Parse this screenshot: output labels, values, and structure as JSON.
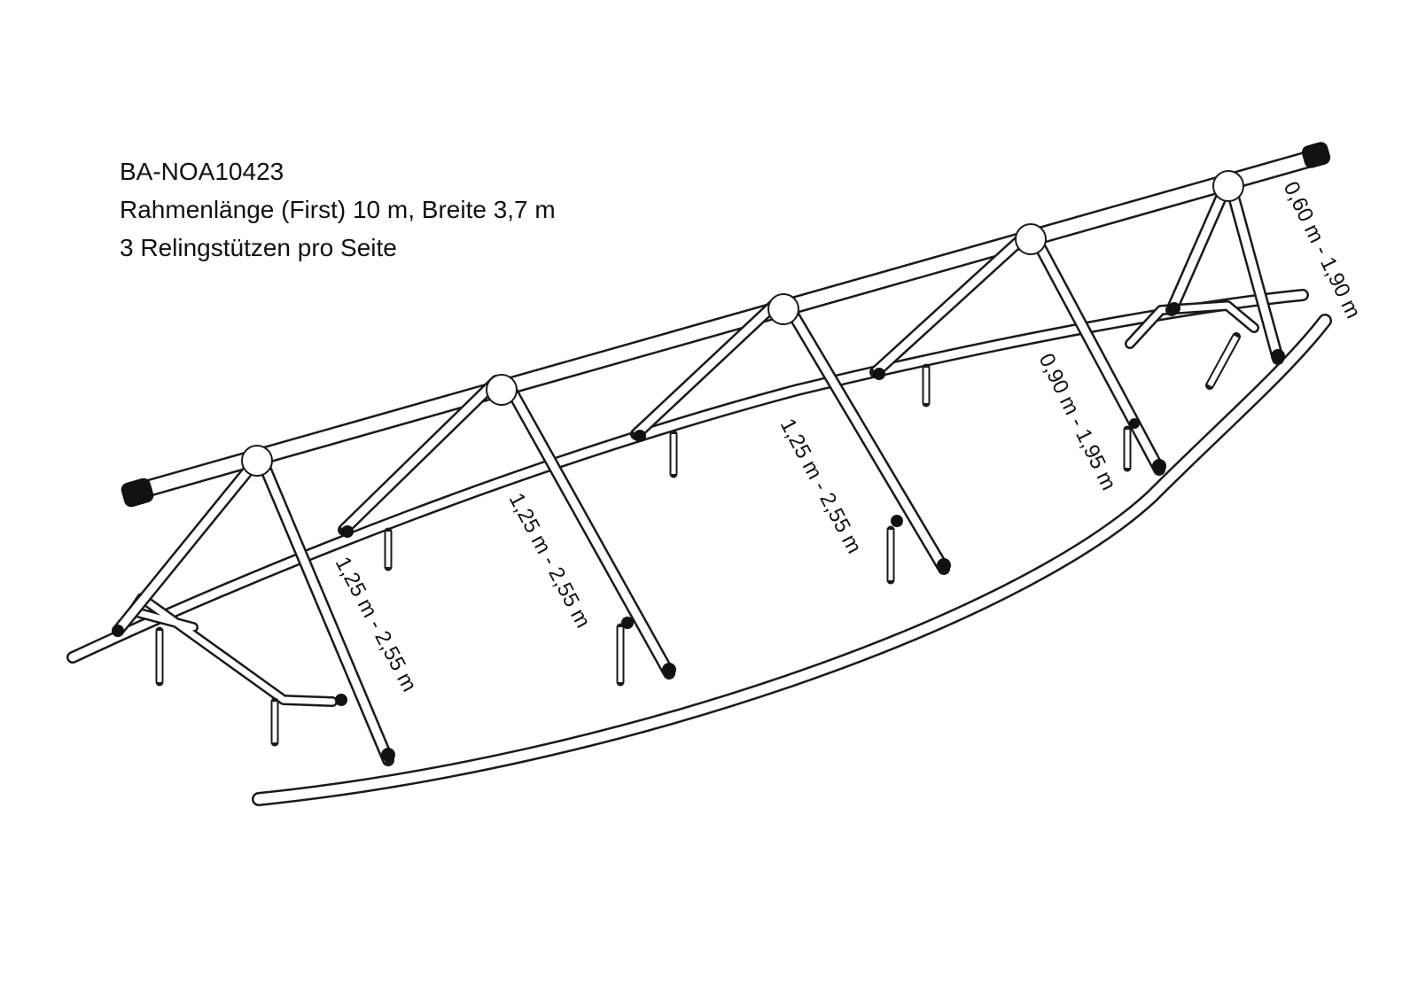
{
  "header": {
    "model": "BA-NOA10423",
    "frame": "Rahmenlänge (First) 10 m, Breite 3,7 m",
    "supports": "3 Relingstützen pro Seite"
  },
  "dimensions": {
    "front_right": "0,60 m - 1,90 m",
    "front_left": "0,90 m - 1,95 m",
    "mid_front": "1,25 m - 2,55 m",
    "mid_back": "1,25 m - 2,55 m",
    "back": "1,25 m - 2,55 m"
  },
  "colors": {
    "line": "#1a1a1a",
    "background": "#ffffff",
    "cap": "#111111"
  }
}
